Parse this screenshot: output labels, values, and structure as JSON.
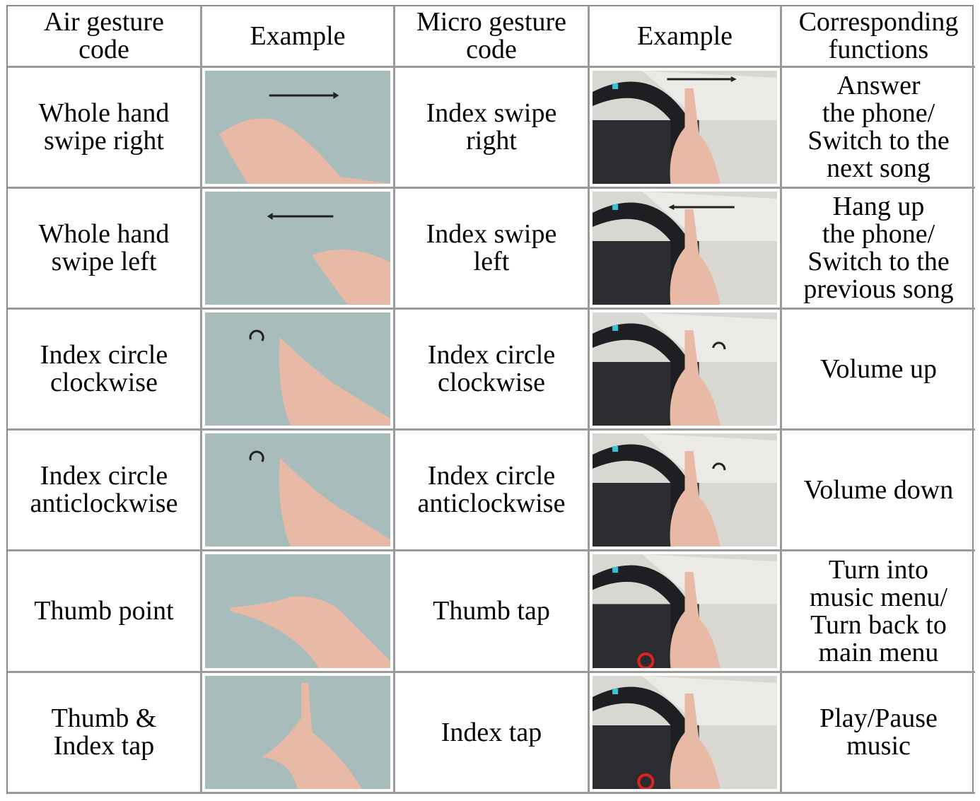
{
  "headers": [
    "Air gesture\ncode",
    "Example",
    "Micro gesture\ncode",
    "Example",
    "Corresponding\nfunctions"
  ],
  "rows": [
    {
      "air": "Whole hand\nswipe right",
      "air_example": "hand-swipe-right-photo",
      "micro": "Index swipe\nright",
      "micro_example": "index-swipe-right-wheel-photo",
      "function": "Answer\nthe phone/\nSwitch to the\nnext song"
    },
    {
      "air": "Whole hand\nswipe left",
      "air_example": "hand-swipe-left-photo",
      "micro": "Index swipe\nleft",
      "micro_example": "index-swipe-left-wheel-photo",
      "function": "Hang up\nthe phone/\nSwitch to the\nprevious song"
    },
    {
      "air": "Index circle\nclockwise",
      "air_example": "index-circle-cw-photo",
      "micro": "Index circle\nclockwise",
      "micro_example": "index-circle-cw-wheel-photo",
      "function": "Volume up"
    },
    {
      "air": "Index circle\nanticlockwise",
      "air_example": "index-circle-acw-photo",
      "micro": "Index circle\nanticlockwise",
      "micro_example": "index-circle-acw-wheel-photo",
      "function": "Volume down"
    },
    {
      "air": "Thumb point",
      "air_example": "thumb-point-photo",
      "micro": "Thumb tap",
      "micro_example": "thumb-tap-wheel-photo",
      "function": "Turn into\nmusic menu/\nTurn back to\nmain menu"
    },
    {
      "air": "Thumb &\nIndex tap",
      "air_example": "thumb-index-tap-photo",
      "micro": "Index tap",
      "micro_example": "index-tap-wheel-photo",
      "function": "Play/Pause\nmusic"
    }
  ],
  "colors": {
    "photo_bg": "#a9bcbc",
    "skin": "#e8b9a4",
    "wheel": "#1d1f22",
    "paper": "#eceae6",
    "led": "#36c3d8"
  }
}
